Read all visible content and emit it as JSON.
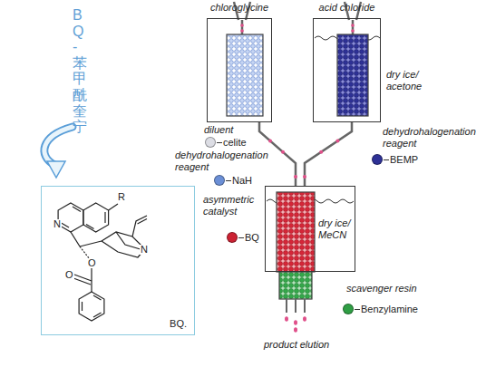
{
  "diagram": {
    "nodes": [
      {
        "text": [
          "BQ."
        ]
      },
      {
        "text": [
          "chloroglycine"
        ]
      },
      {
        "text": [
          "acid chloride"
        ]
      },
      {
        "text": [
          "dry ice/ MeCN"
        ]
      }
    ],
    "edges": [
      {
        "from": 1,
        "to": 3,
        "arrow": "none"
      },
      {
        "from": 2,
        "to": 3,
        "arrow": "none"
      }
    ],
    "labels": [
      "BQ- 苯甲酰奎宁",
      "R",
      "N",
      "N",
      "O",
      "O",
      "dry ice/ acetone",
      "diluent",
      "dehydrohalogenation reagent",
      "dehydrohalogenation reagent",
      "asymmetric catalyst",
      "scavenger resin",
      "product elution"
    ],
    "legend": [
      {
        "text": "celite",
        "color": "#dcdde4"
      },
      {
        "text": "NaH",
        "color": "#6b8fd6"
      },
      {
        "text": "BEMP",
        "color": "#2e3196"
      },
      {
        "text": "BQ",
        "color": "#cc2233"
      },
      {
        "text": "Benzylamine",
        "color": "#2f9e44"
      }
    ]
  }
}
